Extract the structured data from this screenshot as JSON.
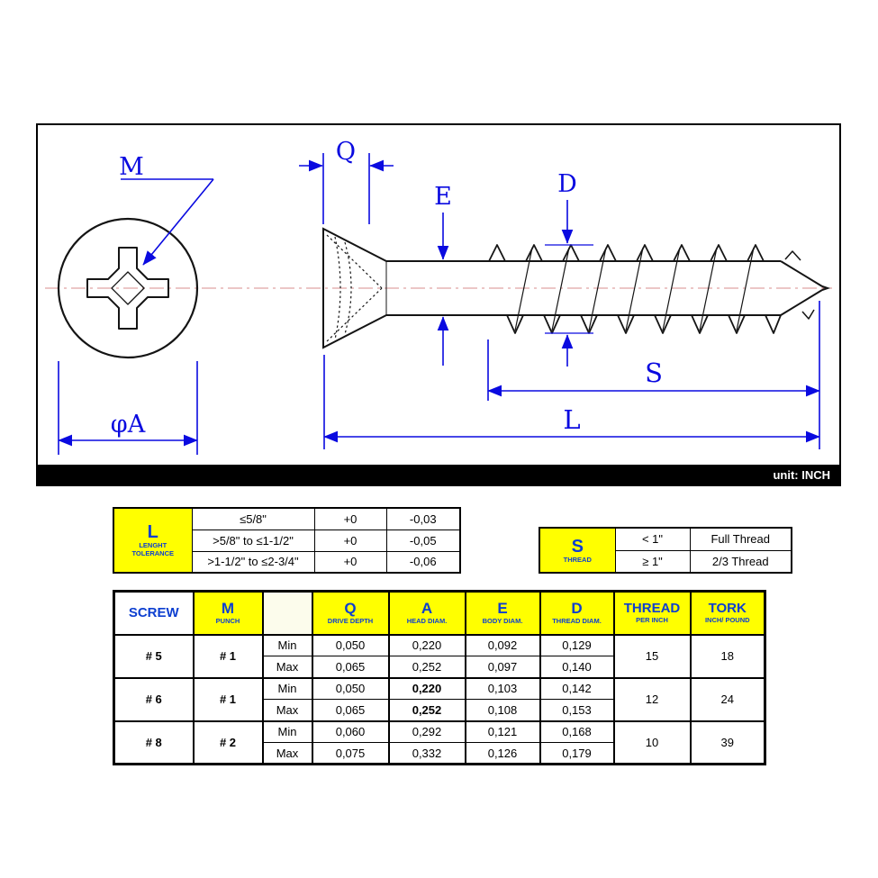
{
  "colors": {
    "dimension_blue": "#0a0ae0",
    "header_blue": "#0d3fd0",
    "header_yellow": "#ffff00",
    "blank_header_bg": "#fcfcec",
    "line_black": "#141414",
    "centerline_red": "#d98c8c"
  },
  "drawing": {
    "unit_label": "unit: INCH",
    "labels": {
      "m": "M",
      "q": "Q",
      "e": "E",
      "d": "D",
      "s": "S",
      "l": "L",
      "phi_a": "φA"
    }
  },
  "length_tolerance_table": {
    "title": "L",
    "subtitle_line1": "LENGHT",
    "subtitle_line2": "TOLERANCE",
    "rows": [
      {
        "range": "≤5/8\"",
        "plus": "+0",
        "minus": "-0,03"
      },
      {
        "range": ">5/8\" to ≤1-1/2\"",
        "plus": "+0",
        "minus": "-0,05"
      },
      {
        "range": ">1-1/2\" to ≤2-3/4\"",
        "plus": "+0",
        "minus": "-0,06"
      }
    ]
  },
  "thread_table": {
    "title": "S",
    "subtitle": "THREAD",
    "rows": [
      {
        "condition": "< 1\"",
        "value": "Full Thread"
      },
      {
        "condition": "≥ 1\"",
        "value": "2/3 Thread"
      }
    ]
  },
  "spec_table": {
    "headers": {
      "screw": "SCREW",
      "m": "M",
      "m_sub": "PUNCH",
      "blank": "",
      "q": "Q",
      "q_sub": "DRIVE DEPTH",
      "a": "A",
      "a_sub": "HEAD DIAM.",
      "e": "E",
      "e_sub": "BODY DIAM.",
      "d": "D",
      "d_sub": "THREAD DIAM.",
      "thread": "THREAD",
      "thread_sub": "PER INCH",
      "tork": "TORK",
      "tork_sub": "INCH/ POUND"
    },
    "groups": [
      {
        "screw": "# 5",
        "punch": "# 1",
        "thread_per_inch": "15",
        "tork": "18",
        "min": {
          "label": "Min",
          "q": "0,050",
          "a": "0,220",
          "e": "0,092",
          "d": "0,129"
        },
        "max": {
          "label": "Max",
          "q": "0,065",
          "a": "0,252",
          "e": "0,097",
          "d": "0,140"
        }
      },
      {
        "screw": "# 6",
        "punch": "# 1",
        "thread_per_inch": "12",
        "tork": "24",
        "min": {
          "label": "Min",
          "q": "0,050",
          "a": "0,220",
          "e": "0,103",
          "d": "0,142"
        },
        "max": {
          "label": "Max",
          "q": "0,065",
          "a": "0,252",
          "e": "0,108",
          "d": "0,153"
        }
      },
      {
        "screw": "# 8",
        "punch": "# 2",
        "thread_per_inch": "10",
        "tork": "39",
        "min": {
          "label": "Min",
          "q": "0,060",
          "a": "0,292",
          "e": "0,121",
          "d": "0,168"
        },
        "max": {
          "label": "Max",
          "q": "0,075",
          "a": "0,332",
          "e": "0,126",
          "d": "0,179"
        }
      }
    ]
  }
}
